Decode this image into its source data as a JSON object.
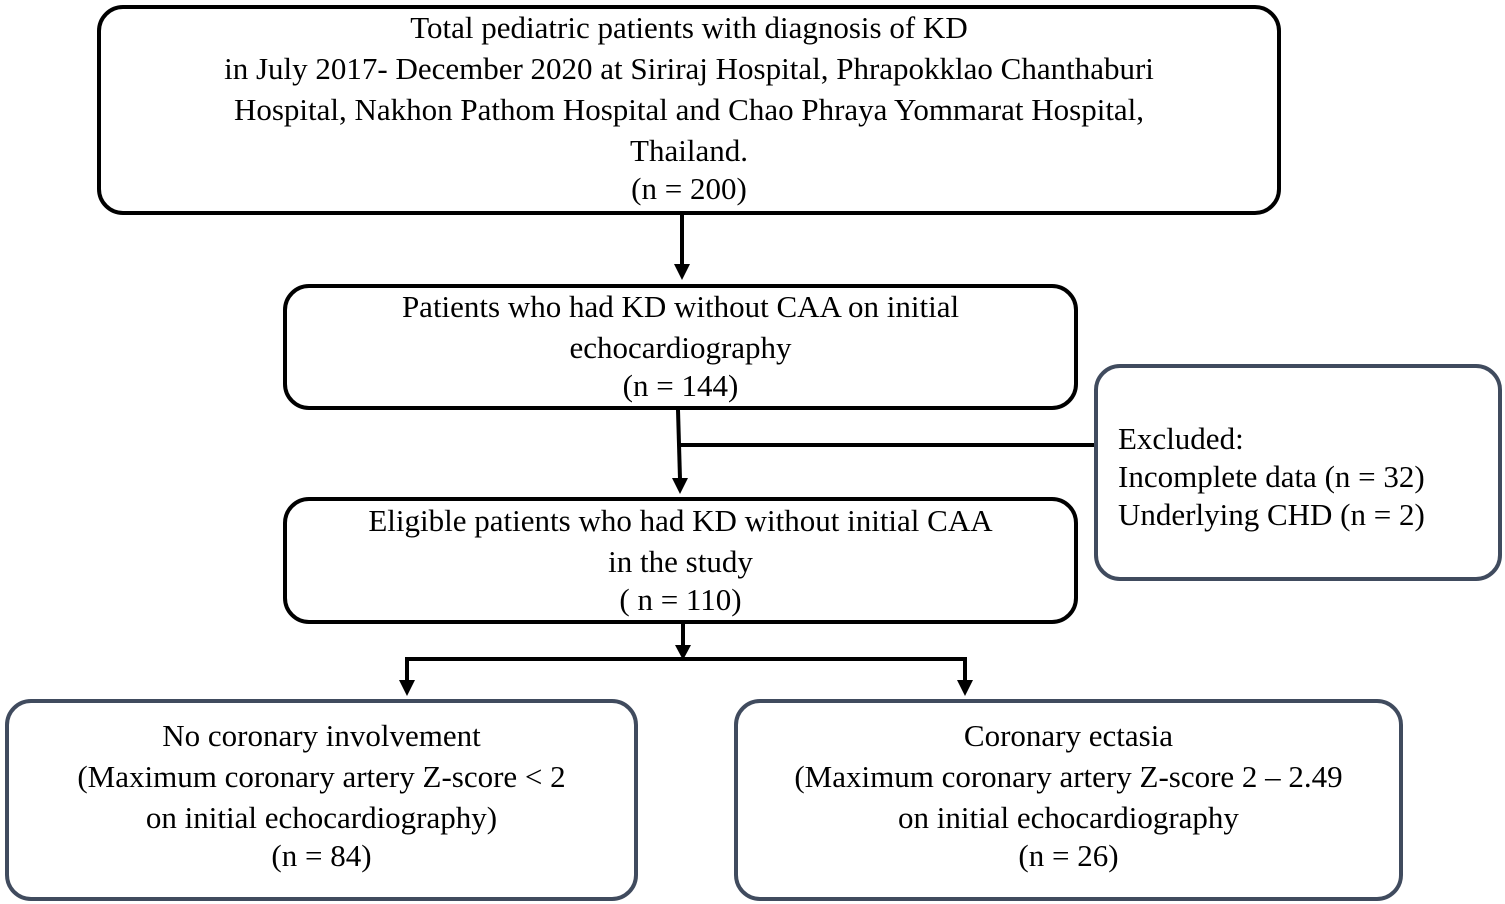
{
  "diagram": {
    "total": {
      "lines": [
        "Total pediatric patients with diagnosis of KD",
        "in July 2017- December 2020 at Siriraj Hospital, Phrapokklao Chanthaburi",
        "Hospital, Nakhon Pathom Hospital and Chao Phraya Yommarat Hospital,",
        "Thailand."
      ],
      "count": "(n = 200)"
    },
    "initial": {
      "lines": [
        "Patients who had KD without CAA on initial",
        "echocardiography"
      ],
      "count": "(n = 144)"
    },
    "excluded": {
      "lines": [
        "Excluded:",
        "Incomplete data (n = 32)",
        "Underlying CHD (n = 2)"
      ]
    },
    "eligible": {
      "lines": [
        "Eligible patients who had KD without initial CAA",
        "in the study"
      ],
      "count": "( n = 110)"
    },
    "no_coronary": {
      "lines": [
        "No coronary involvement",
        "(Maximum coronary artery Z-score < 2",
        "on initial echocardiography)"
      ],
      "count": "(n = 84)"
    },
    "ectasia": {
      "lines": [
        "Coronary ectasia",
        "(Maximum coronary artery Z-score 2 – 2.49",
        "on initial echocardiography"
      ],
      "count": "(n = 26)"
    },
    "colors": {
      "main_border": "#000000",
      "side_border": "#404b5e",
      "connector": "#000000"
    }
  }
}
